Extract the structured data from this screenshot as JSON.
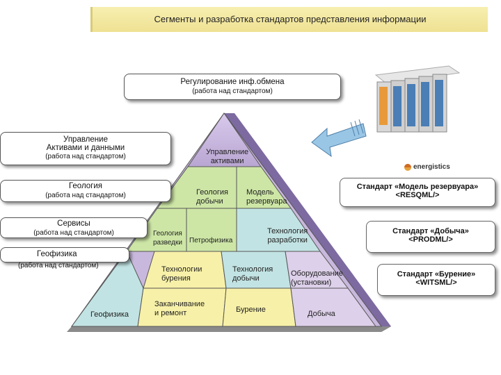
{
  "title": "Сегменты и разработка стандартов представления информации",
  "regulation": {
    "line1": "Регулирование инф.обмена",
    "line2": "(работа над стандартом)"
  },
  "left_items": {
    "assets": {
      "line1": "Управление",
      "line1b": "Активами и данными",
      "line2": "(работа над стандартом)"
    },
    "geology": {
      "line1": "Геология",
      "line2": "(работа над стандартом)"
    },
    "services": {
      "line1": "Сервисы",
      "line2": "(работа над стандартом)"
    },
    "geophysics": {
      "line1": "Геофизика",
      "line2": "(работа над стандартом)"
    }
  },
  "pyramid": {
    "top": [
      "Управление",
      "активами"
    ],
    "geology_prod": [
      "Геология",
      "добычи"
    ],
    "reservoir_model": [
      "Модель",
      "резервуара"
    ],
    "geology_explore": [
      "Геология",
      "разведки"
    ],
    "petrophysics": "Петрофизика",
    "dev_tech": [
      "Технология",
      "разработки"
    ],
    "drilling_tech": [
      "Технологии",
      "бурения"
    ],
    "prod_tech": [
      "Технология",
      "добычи"
    ],
    "equipment": [
      "Оборудование",
      "(установки)"
    ],
    "geophysics": "Геофизика",
    "completion": [
      "Заканчивание",
      "и ремонт"
    ],
    "drilling": "Бурение",
    "production": "Добыча"
  },
  "standards": {
    "resqml": {
      "line1": "Стандарт «Модель резервуара»",
      "line2": "<RESQML/>"
    },
    "prodml": {
      "line1": "Стандарт «Добыча»",
      "line2": "<PRODML/>"
    },
    "witsml": {
      "line1": "Стандарт «Бурение»",
      "line2": "<WITSML/>"
    }
  },
  "logo_text": "energistics",
  "colors": {
    "title_bg": "#f2e6a0",
    "pyramid_top": "#c9b8dd",
    "pyramid_green": "#cde6a6",
    "pyramid_teal": "#c2e3e3",
    "pyramid_yellow": "#f7f0a8",
    "pyramid_lavender": "#ddd0ea",
    "arrow": "#9ac6e6"
  }
}
